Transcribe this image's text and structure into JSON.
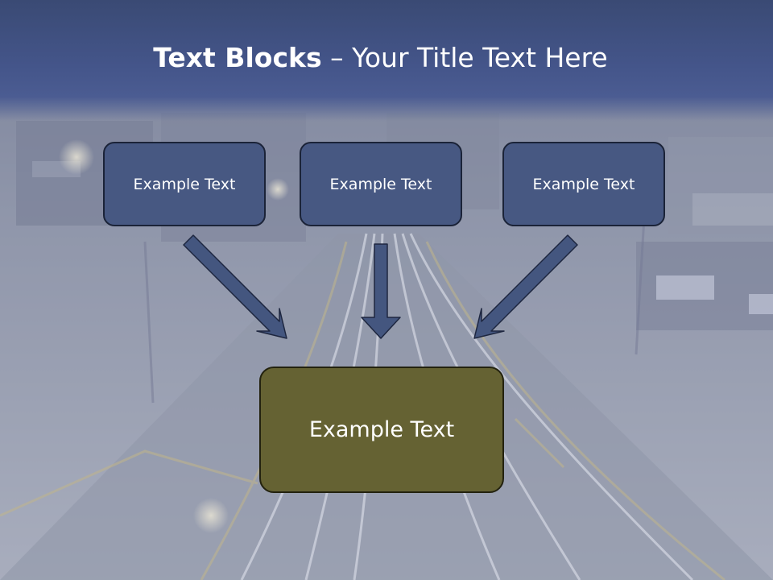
{
  "title": {
    "bold": "Text Blocks",
    "separator": " – ",
    "rest": "Your Title Text Here"
  },
  "boxes": {
    "top": [
      "Example Text",
      "Example Text",
      "Example Text"
    ],
    "bottom": "Example Text"
  },
  "colors": {
    "title_bar": "#44558a",
    "small_box_fill": "#475882",
    "main_box_fill": "#656233",
    "arrow": "#44567f"
  }
}
